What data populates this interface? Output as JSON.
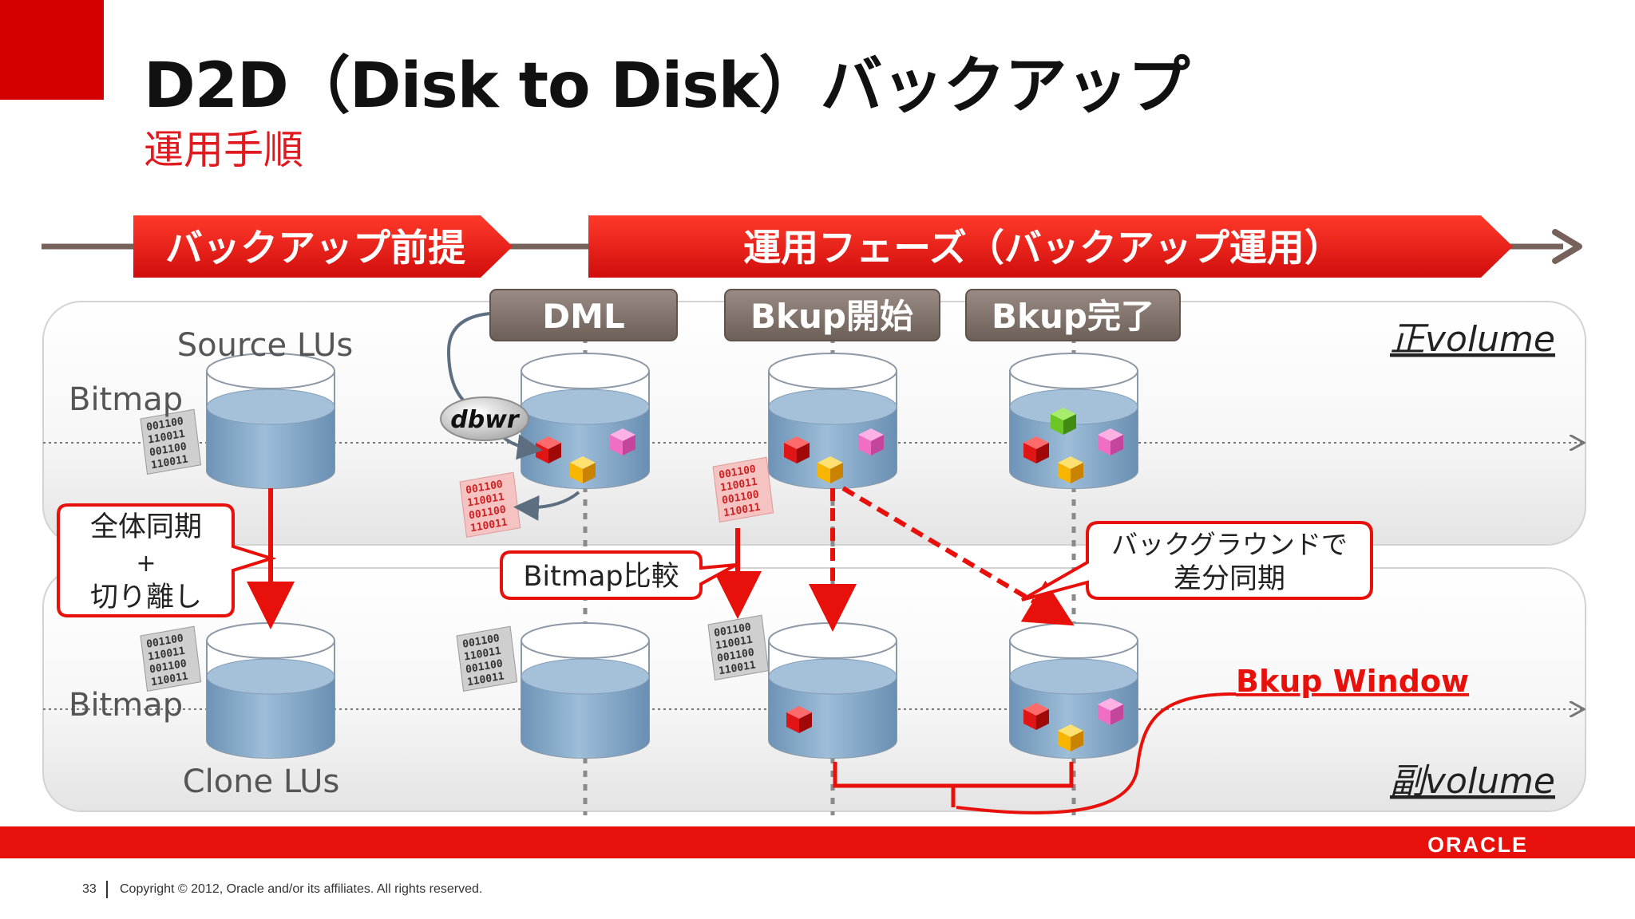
{
  "title": "D2D（Disk to Disk）バックアップ",
  "subtitle": "運用手順",
  "phases": {
    "prereq": "バックアップ前提",
    "operation": "運用フェーズ（バックアップ運用）"
  },
  "steps": [
    "DML",
    "Bkup開始",
    "Bkup完了"
  ],
  "labels": {
    "source_lus": "Source LUs",
    "clone_lus": "Clone LUs",
    "bitmap_top": "Bitmap",
    "bitmap_bottom": "Bitmap",
    "primary_volume": "正volume",
    "secondary_volume": "副volume",
    "dbwr": "dbwr",
    "bkup_window": "Bkup Window"
  },
  "callouts": {
    "full_sync": [
      "全体同期",
      "+",
      "切り離し"
    ],
    "bitmap_compare": "Bitmap比較",
    "bg_sync": [
      "バックグラウンドで",
      "差分同期"
    ]
  },
  "bitmap_bits": [
    "001100",
    "110011",
    "001100",
    "110011"
  ],
  "colors": {
    "brand_red": "#e8100b",
    "accent_red": "#e0191f",
    "step_tag": "#7d6f66",
    "cube_red": "#e01616",
    "cube_yellow": "#f7b500",
    "cube_pink": "#f06fc4",
    "cube_green": "#6cc626"
  },
  "footer": {
    "page": "33",
    "copyright": "Copyright © 2012, Oracle and/or its affiliates. All rights reserved.",
    "logo": "ORACLE"
  }
}
